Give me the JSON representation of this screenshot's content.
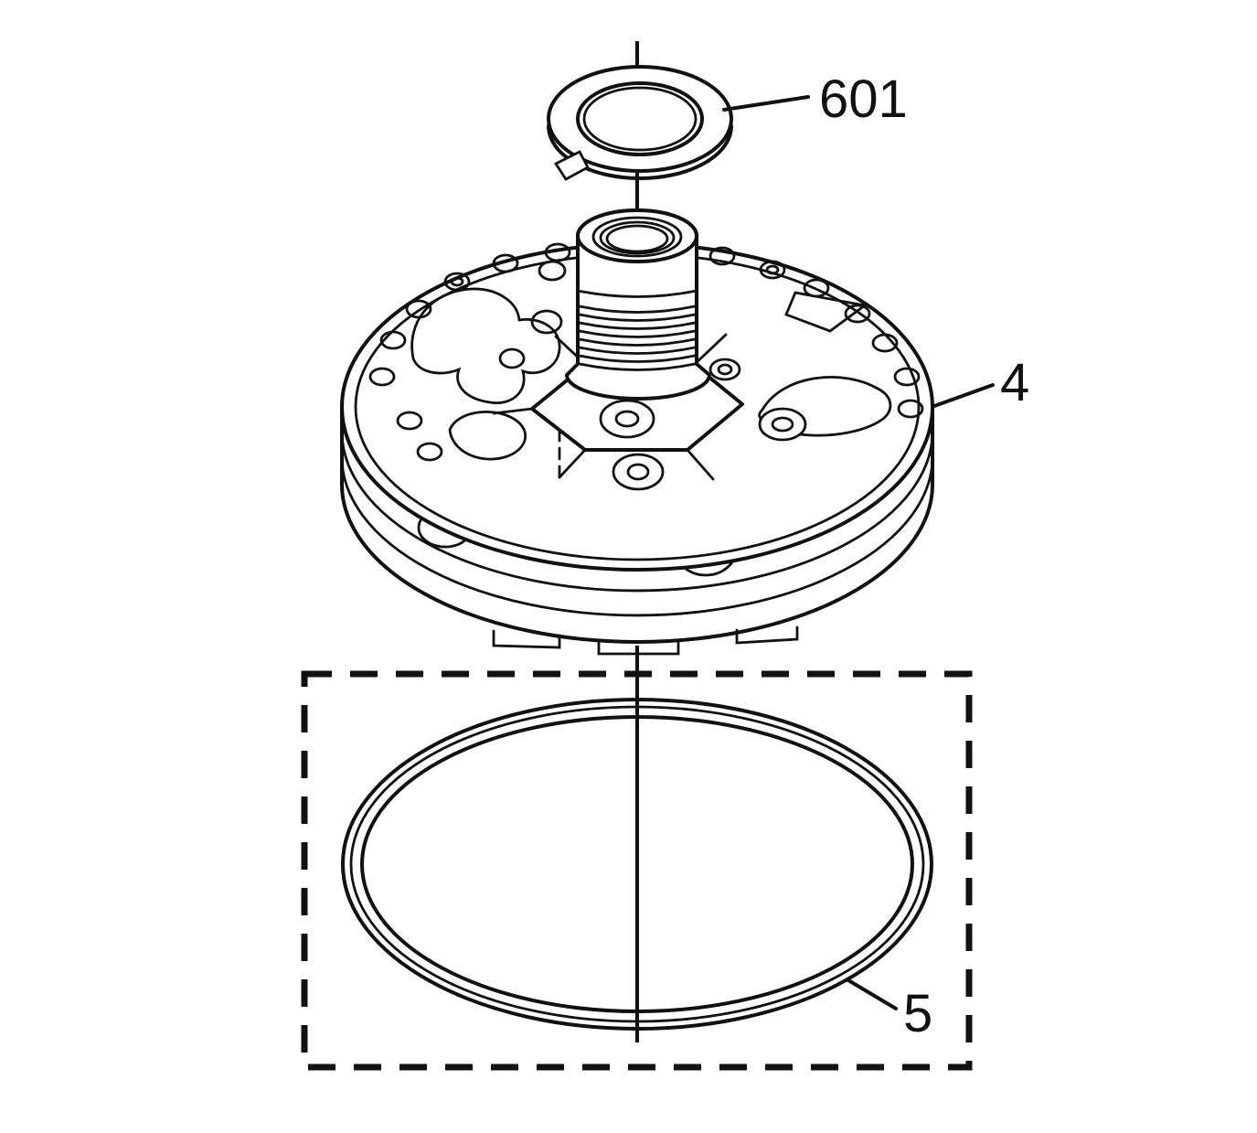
{
  "diagram": {
    "background_color": "#ffffff",
    "line_color": "#111111",
    "callouts": {
      "washer": "601",
      "pump": "4",
      "seal": "5"
    }
  }
}
